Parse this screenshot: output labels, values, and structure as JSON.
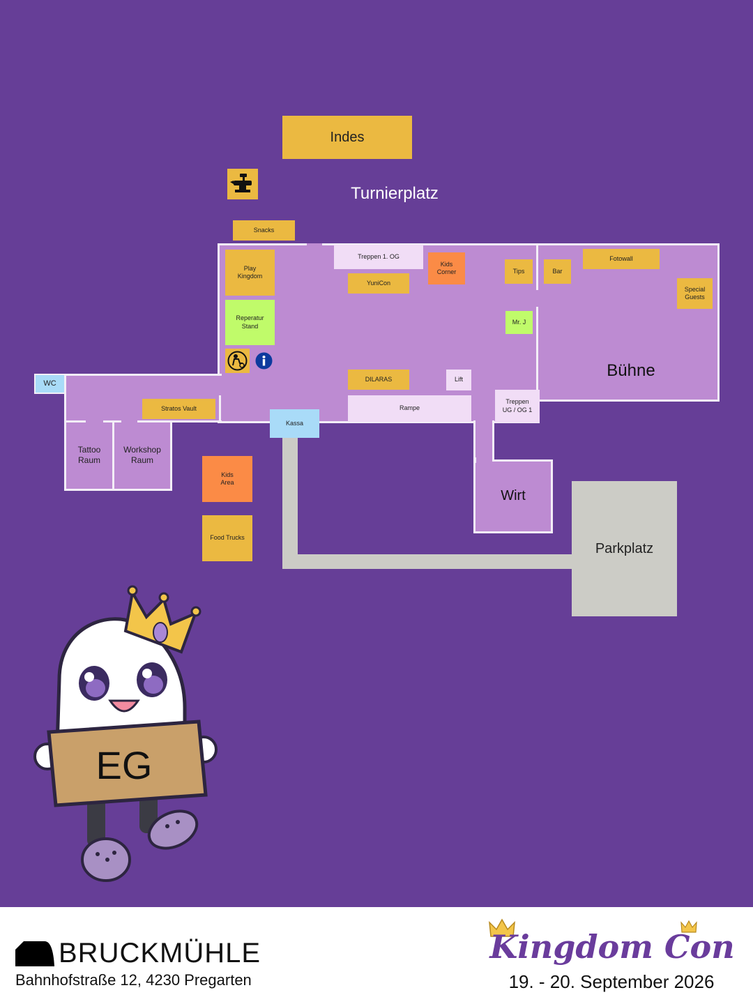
{
  "map": {
    "indes": "Indes",
    "turnierplatz": "Turnierplatz",
    "snacks": "Snacks",
    "treppen_og": "Treppen 1. OG",
    "kids_corner": "Kids Corner",
    "tips": "Tips",
    "bar": "Bar",
    "fotowall": "Fotowall",
    "special_guests": "Special Guests",
    "play_kingdom": "Play Kingdom",
    "yunicon": "YuniCon",
    "reperatur_stand": "Reperatur Stand",
    "mr_j": "Mr. J",
    "buehne": "Bühne",
    "wc": "WC",
    "dilaras": "DILARAS",
    "lift": "Lift",
    "stratos_vault": "Stratos Vault",
    "rampe": "Rampe",
    "treppen_ug": "Treppen UG / OG 1",
    "kassa": "Kassa",
    "tattoo_raum": "Tattoo Raum",
    "workshop_raum": "Workshop Raum",
    "kids_area": "Kids Area",
    "food_trucks": "Food Trucks",
    "wirt": "Wirt",
    "parkplatz": "Parkplatz",
    "floor_sign": "EG"
  },
  "icons": {
    "anvil": "anvil-icon",
    "repair": "repair-icon",
    "info": "info-icon",
    "mascot": "ghost-mascot"
  },
  "footer": {
    "venue_logo": "BRUCKMÜHLE",
    "address": "Bahnhofstraße 12, 4230 Pregarten",
    "event_logo": "Kingdom Con",
    "dates": "19. - 20. September 2026"
  },
  "colors": {
    "background": "#663e97",
    "room": "#bd8bd2",
    "stand_yellow": "#ebb941",
    "stand_orange": "#fb8b46",
    "stand_green": "#c0fb6a",
    "light_pink": "#f1ddf6",
    "light_blue": "#a9dbf8",
    "path_gray": "#ccccc6"
  }
}
